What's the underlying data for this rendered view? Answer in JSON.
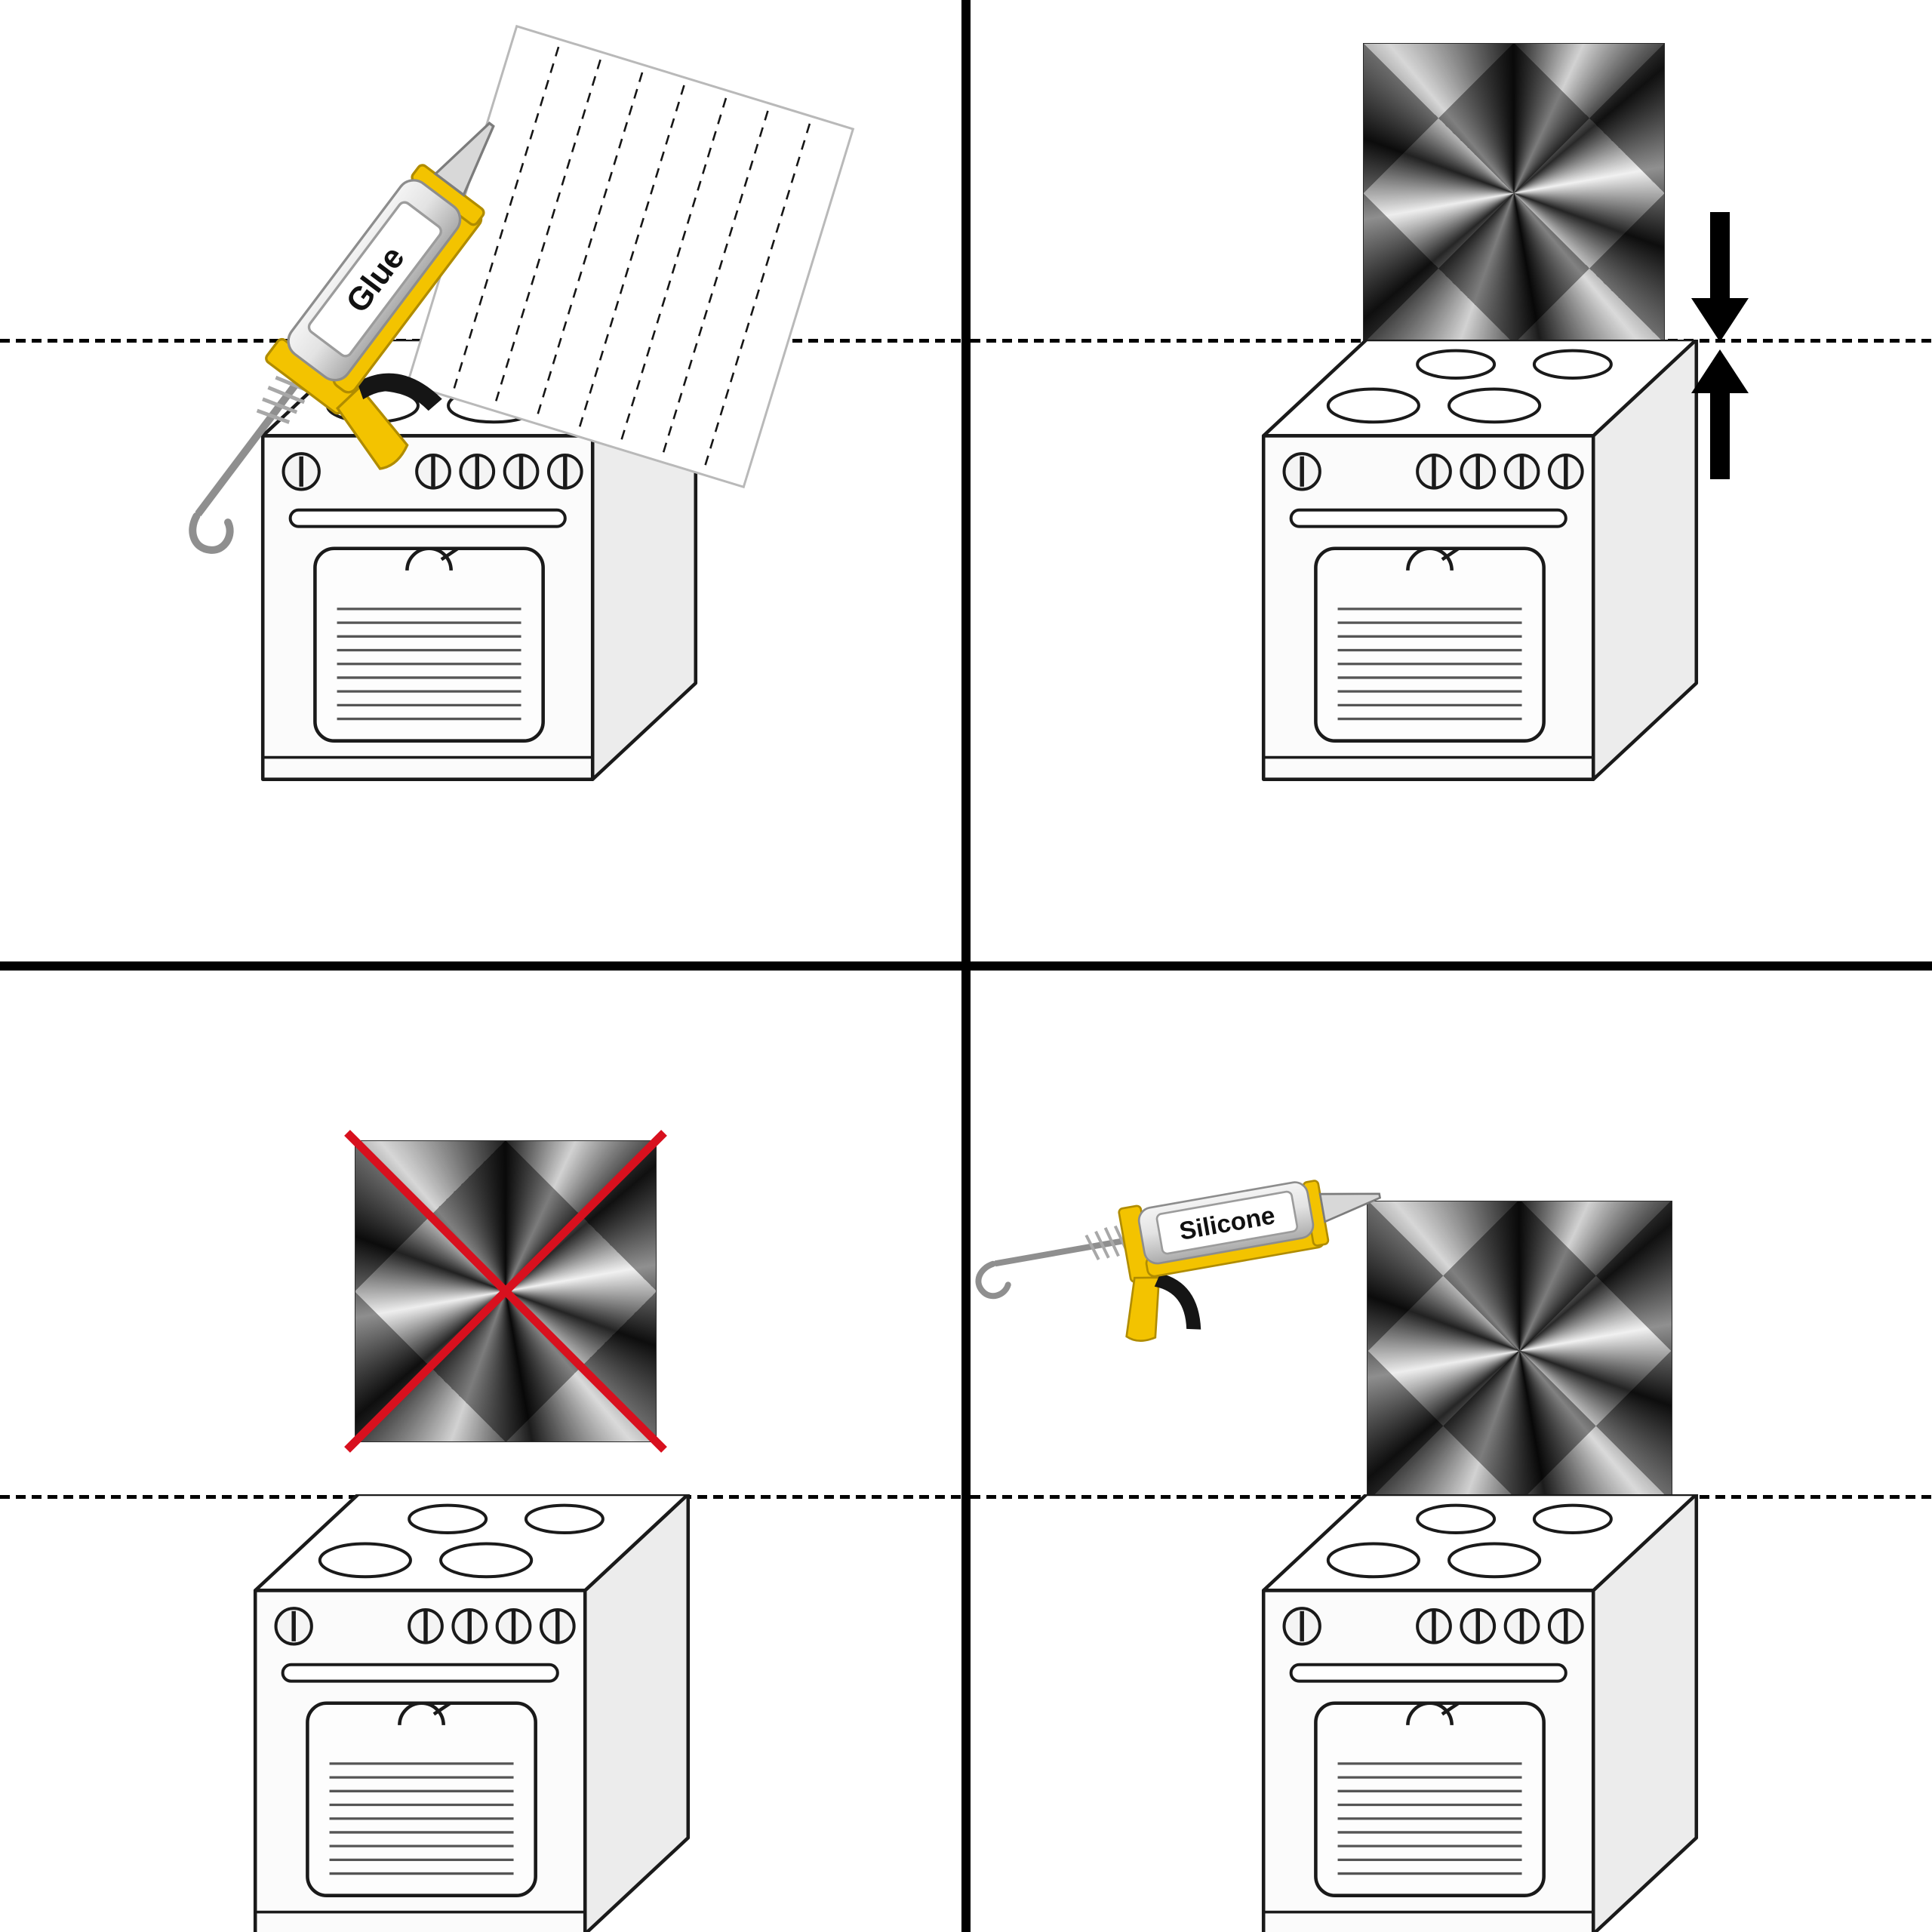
{
  "diagram": {
    "kind": "instructional-diagram",
    "subject": "mounting a metal backsplash panel above a stove"
  },
  "labels": {
    "glue": "Glue",
    "silicone": "Silicone"
  },
  "colors": {
    "background": "#ffffff",
    "divider": "#000000",
    "dashed_line": "#000000",
    "caulk_gun_yellow": "#f3c300",
    "tube_gray": "#d9d9d9",
    "cross_red": "#d8101e",
    "arrow_black": "#000000",
    "metal_dark": "#101010",
    "metal_light": "#f0f0f0"
  },
  "panels": [
    {
      "position": "top-left",
      "name": "apply-glue",
      "icons": [
        "caulk-gun-icon",
        "glue-label",
        "panel-back-sheet-with-dashed-adhesive-lines",
        "stove-icon",
        "alignment-dashed-line"
      ]
    },
    {
      "position": "top-right",
      "name": "press-panel-in-place",
      "icons": [
        "metal-panel",
        "press-down-arrow-icon",
        "press-up-arrow-icon",
        "stove-icon",
        "alignment-dashed-line"
      ]
    },
    {
      "position": "bottom-left",
      "name": "incorrect-placement-crossed-out",
      "icons": [
        "metal-panel",
        "red-cross-icon",
        "stove-icon",
        "alignment-dashed-line"
      ]
    },
    {
      "position": "bottom-right",
      "name": "seal-with-silicone",
      "icons": [
        "caulk-gun-icon",
        "silicone-label",
        "metal-panel",
        "stove-icon",
        "alignment-dashed-line"
      ]
    }
  ]
}
